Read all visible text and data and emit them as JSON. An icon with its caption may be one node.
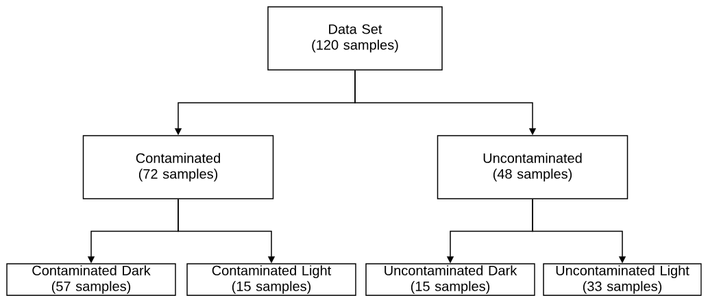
{
  "diagram": {
    "nodes": [
      {
        "text": [
          "Data Set",
          "(120 samples)"
        ]
      },
      {
        "text": [
          "Contaminated",
          "(72 samples)"
        ]
      },
      {
        "text": [
          "Uncontaminated",
          "(48 samples)"
        ]
      },
      {
        "text": [
          "Contaminated Dark",
          "(57 samples)"
        ]
      },
      {
        "text": [
          "Contaminated Light",
          "(15 samples)"
        ]
      },
      {
        "text": [
          "Uncontaminated Dark",
          "(15 samples)"
        ]
      },
      {
        "text": [
          "Uncontaminated Light",
          "(33 samples)"
        ]
      }
    ],
    "edges": [
      {
        "from": 0,
        "to": 1,
        "arrow": "to"
      },
      {
        "from": 0,
        "to": 2,
        "arrow": "to"
      },
      {
        "from": 1,
        "to": 3,
        "arrow": "to"
      },
      {
        "from": 1,
        "to": 4,
        "arrow": "to"
      },
      {
        "from": 2,
        "to": 5,
        "arrow": "to"
      },
      {
        "from": 2,
        "to": 6,
        "arrow": "to"
      }
    ]
  }
}
